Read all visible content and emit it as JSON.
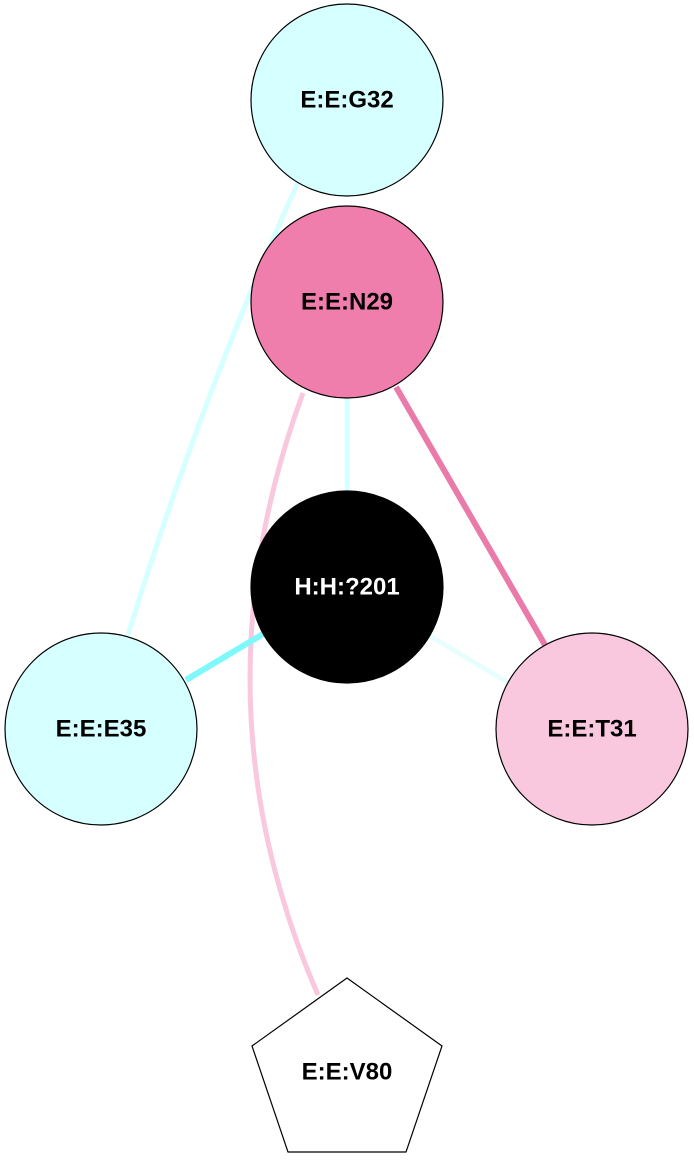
{
  "nodes": {
    "g32": {
      "label": "E:E:G32",
      "fill": "#d6ffff",
      "text_color": "#000000",
      "shape": "circle"
    },
    "n29": {
      "label": "E:E:N29",
      "fill": "#f07eac",
      "text_color": "#000000",
      "shape": "circle"
    },
    "h201": {
      "label": "H:H:?201",
      "fill": "#000000",
      "text_color": "#ffffff",
      "shape": "circle"
    },
    "e35": {
      "label": "E:E:E35",
      "fill": "#d6ffff",
      "text_color": "#000000",
      "shape": "circle"
    },
    "t31": {
      "label": "E:E:T31",
      "fill": "#f9c8de",
      "text_color": "#000000",
      "shape": "circle"
    },
    "v80": {
      "label": "E:E:V80",
      "fill": "#ffffff",
      "text_color": "#000000",
      "shape": "pentagon"
    }
  },
  "edges": [
    {
      "from": "g32",
      "to": "e35",
      "color": "#d6ffff"
    },
    {
      "from": "n29",
      "to": "h201",
      "color": "#d6ffff"
    },
    {
      "from": "n29",
      "to": "t31",
      "color": "#ea7aaa"
    },
    {
      "from": "n29",
      "to": "v80",
      "color": "#f9c8de"
    },
    {
      "from": "h201",
      "to": "e35",
      "color": "#7ff8fb"
    },
    {
      "from": "h201",
      "to": "t31",
      "color": "#e8fdfd"
    }
  ]
}
